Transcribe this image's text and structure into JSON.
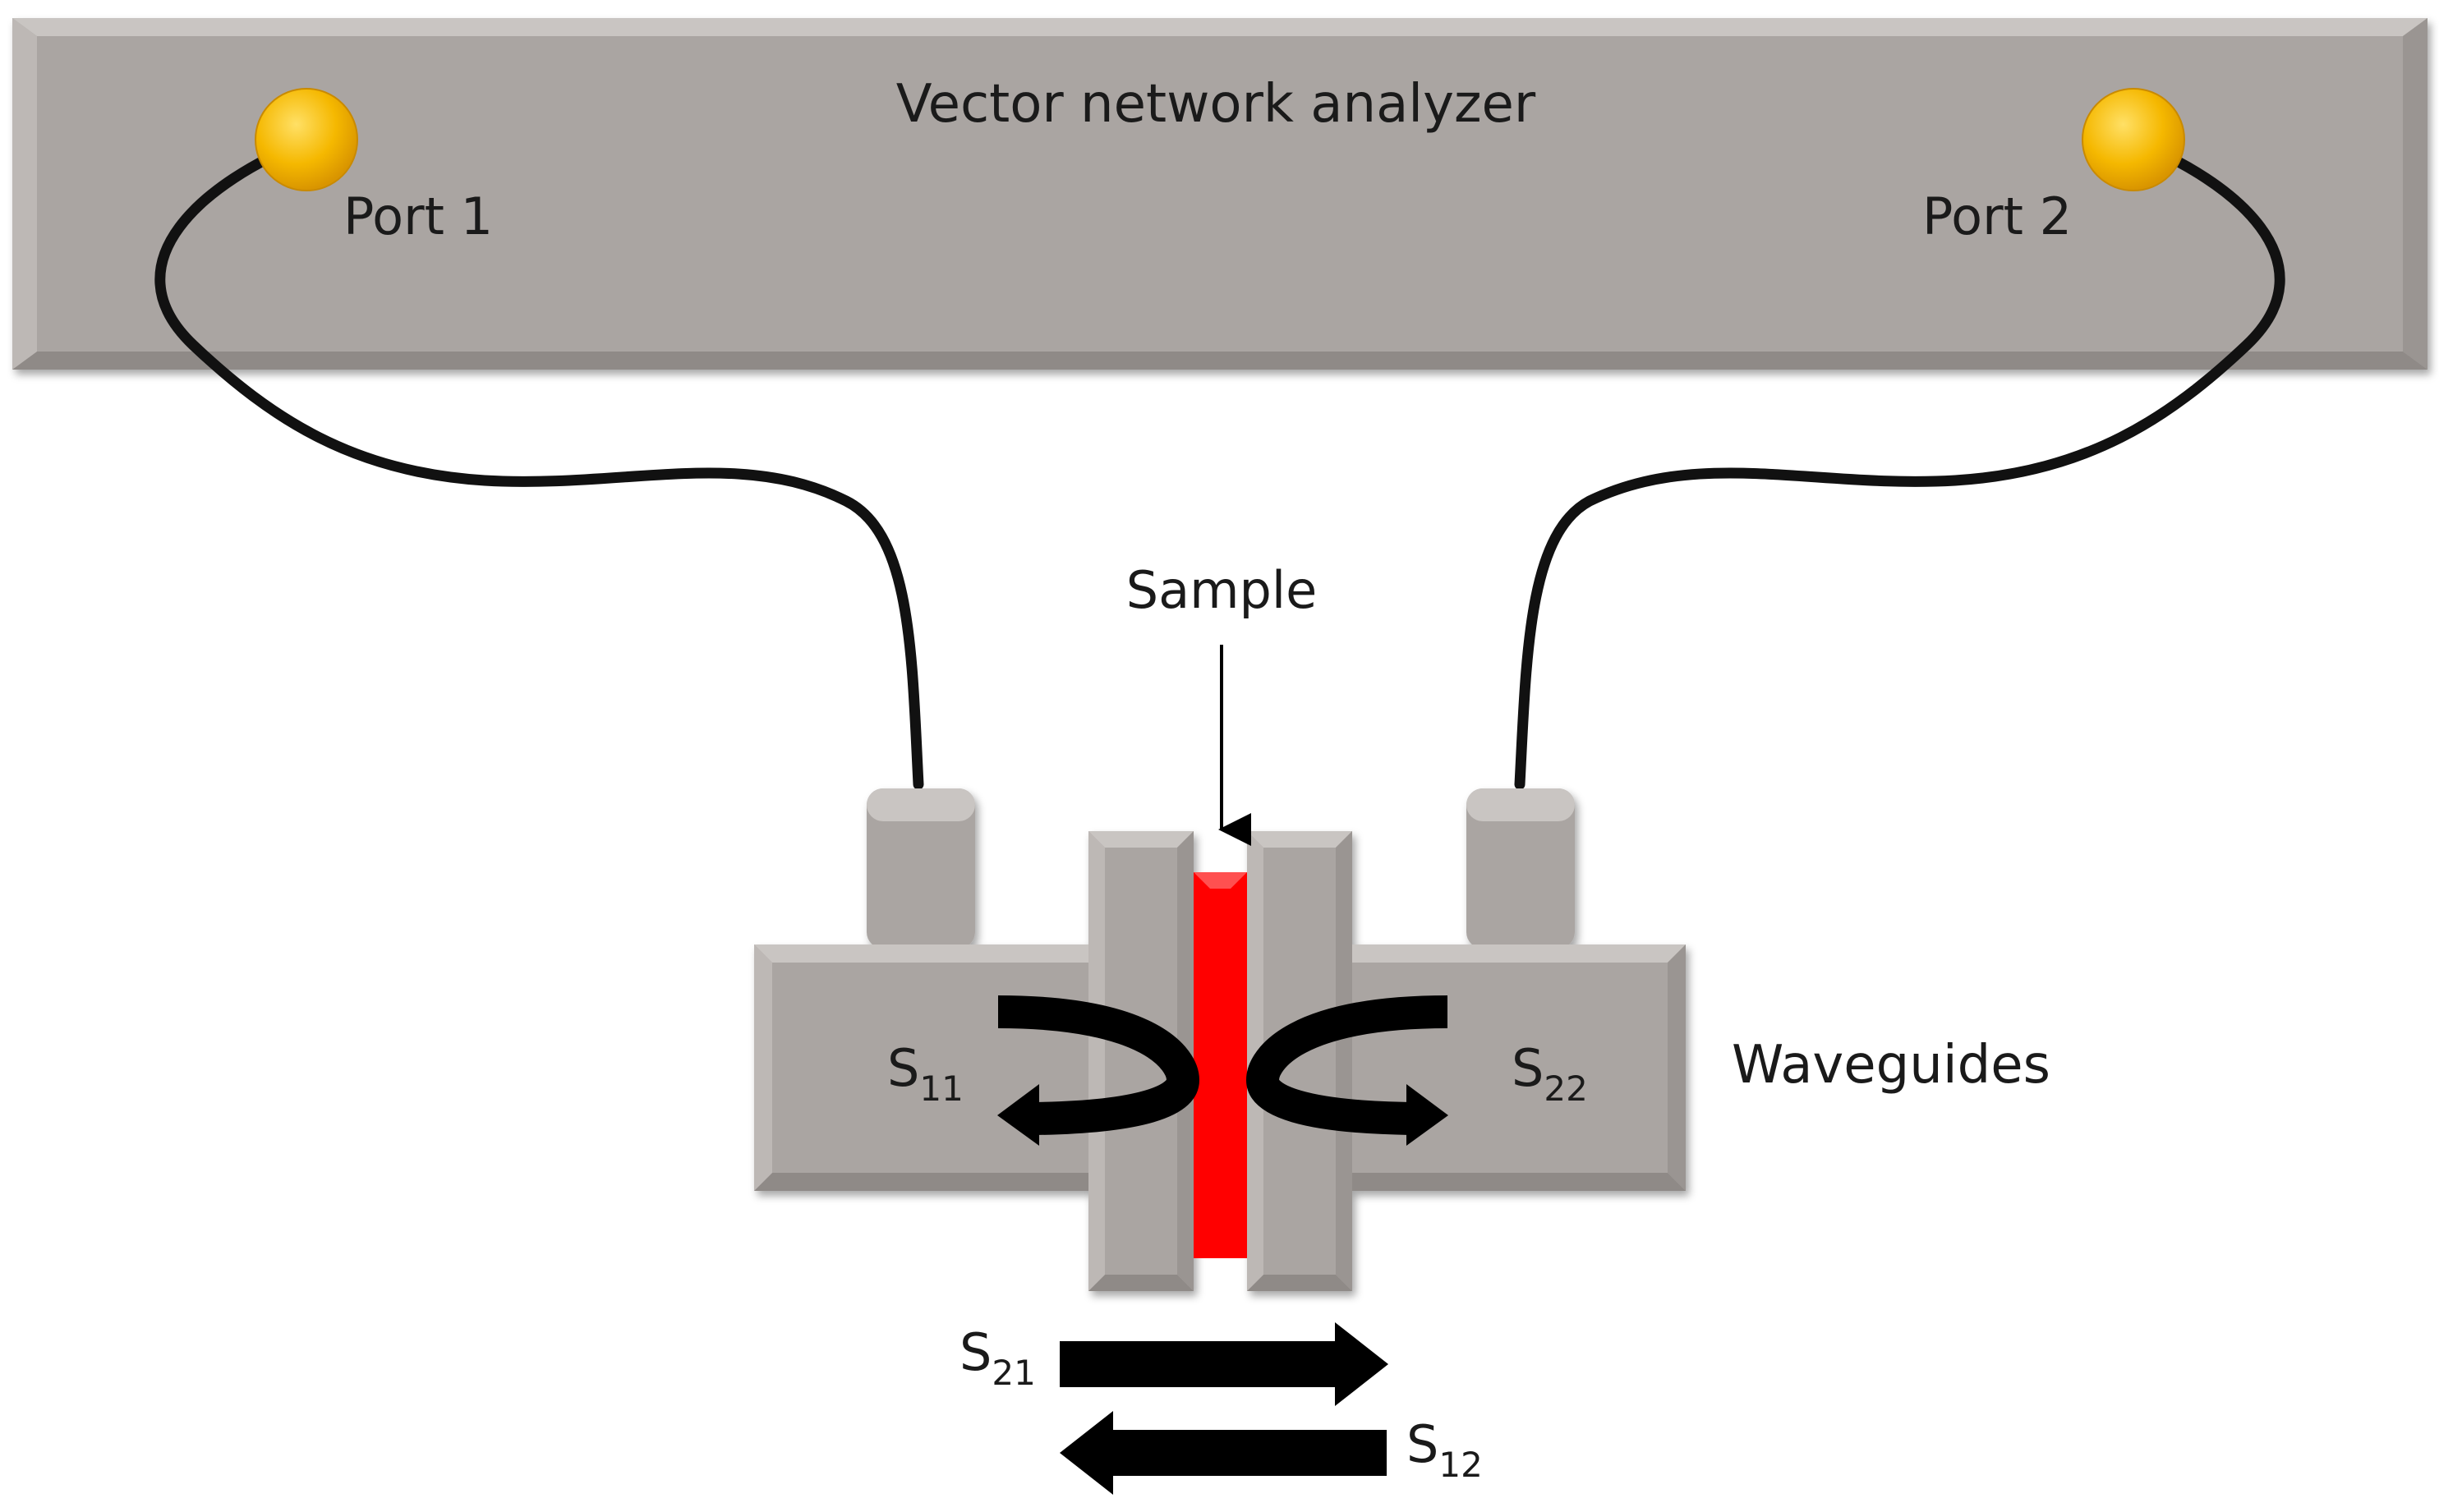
{
  "analyzer": {
    "title": "Vector network analyzer",
    "port1_label": "Port 1",
    "port2_label": "Port 2"
  },
  "sample_label": "Sample",
  "waveguides_label": "Waveguides",
  "s_params": {
    "s11": {
      "base": "S",
      "sub": "11"
    },
    "s22": {
      "base": "S",
      "sub": "22"
    },
    "s21": {
      "base": "S",
      "sub": "21"
    },
    "s12": {
      "base": "S",
      "sub": "12"
    }
  },
  "colors": {
    "body_fill": "#aaa5a2",
    "body_dark": "#8f8a87",
    "body_light": "#c9c5c2",
    "port": "#f5b800",
    "cable": "#111111",
    "sample": "#ff0000",
    "arrow": "#000000"
  }
}
